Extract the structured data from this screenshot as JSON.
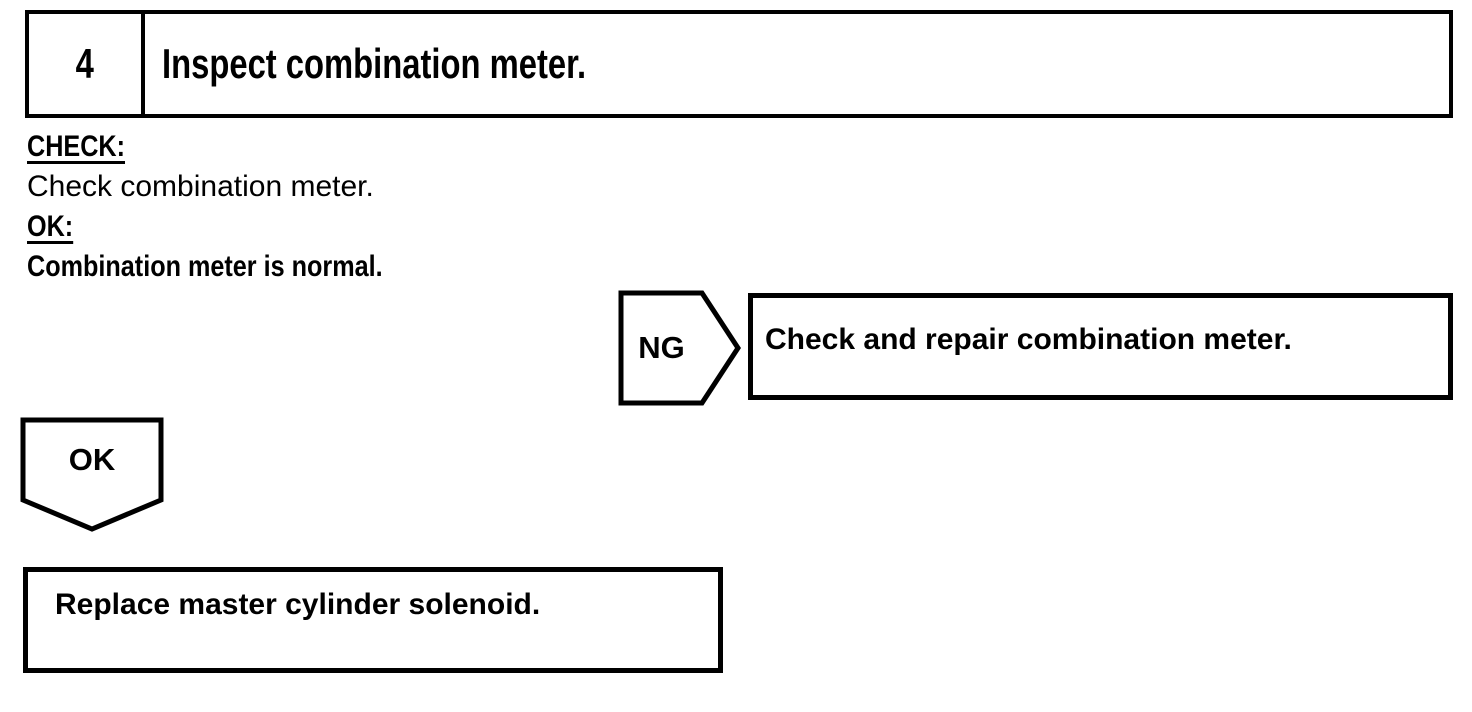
{
  "step": {
    "number": "4",
    "title": "Inspect combination meter."
  },
  "procedure": {
    "check_label": "CHECK:",
    "check_text": "Check combination meter.",
    "ok_label": "OK:",
    "ok_result": "Combination meter is normal."
  },
  "ng_branch": {
    "label": "NG",
    "action": "Check and repair combination meter."
  },
  "ok_branch": {
    "label": "OK",
    "action": "Replace master cylinder solenoid."
  },
  "colors": {
    "ink": "#000000",
    "paper": "#ffffff"
  }
}
